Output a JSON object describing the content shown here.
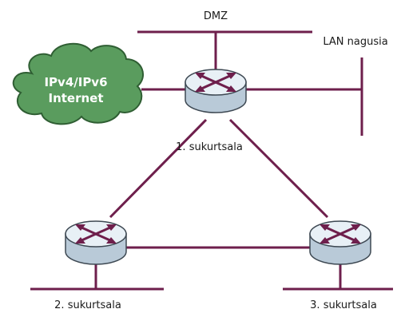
{
  "labels": {
    "dmz": "DMZ",
    "lan": "LAN nagusia",
    "internet_line1": "IPv4/IPv6",
    "internet_line2": "Internet",
    "router1": "1. sukurtsala",
    "router2": "2. sukurtsala",
    "router3": "3. sukurtsala"
  },
  "colors": {
    "link": "#6e1f4c",
    "cloud_fill": "#5a9c5e",
    "cloud_stroke": "#2f5e33",
    "router_top": "#e8f0f6",
    "router_body": "#b9cad8",
    "router_outline": "#3d4852"
  },
  "icons": {
    "router": "router-icon",
    "cloud": "cloud-icon"
  }
}
